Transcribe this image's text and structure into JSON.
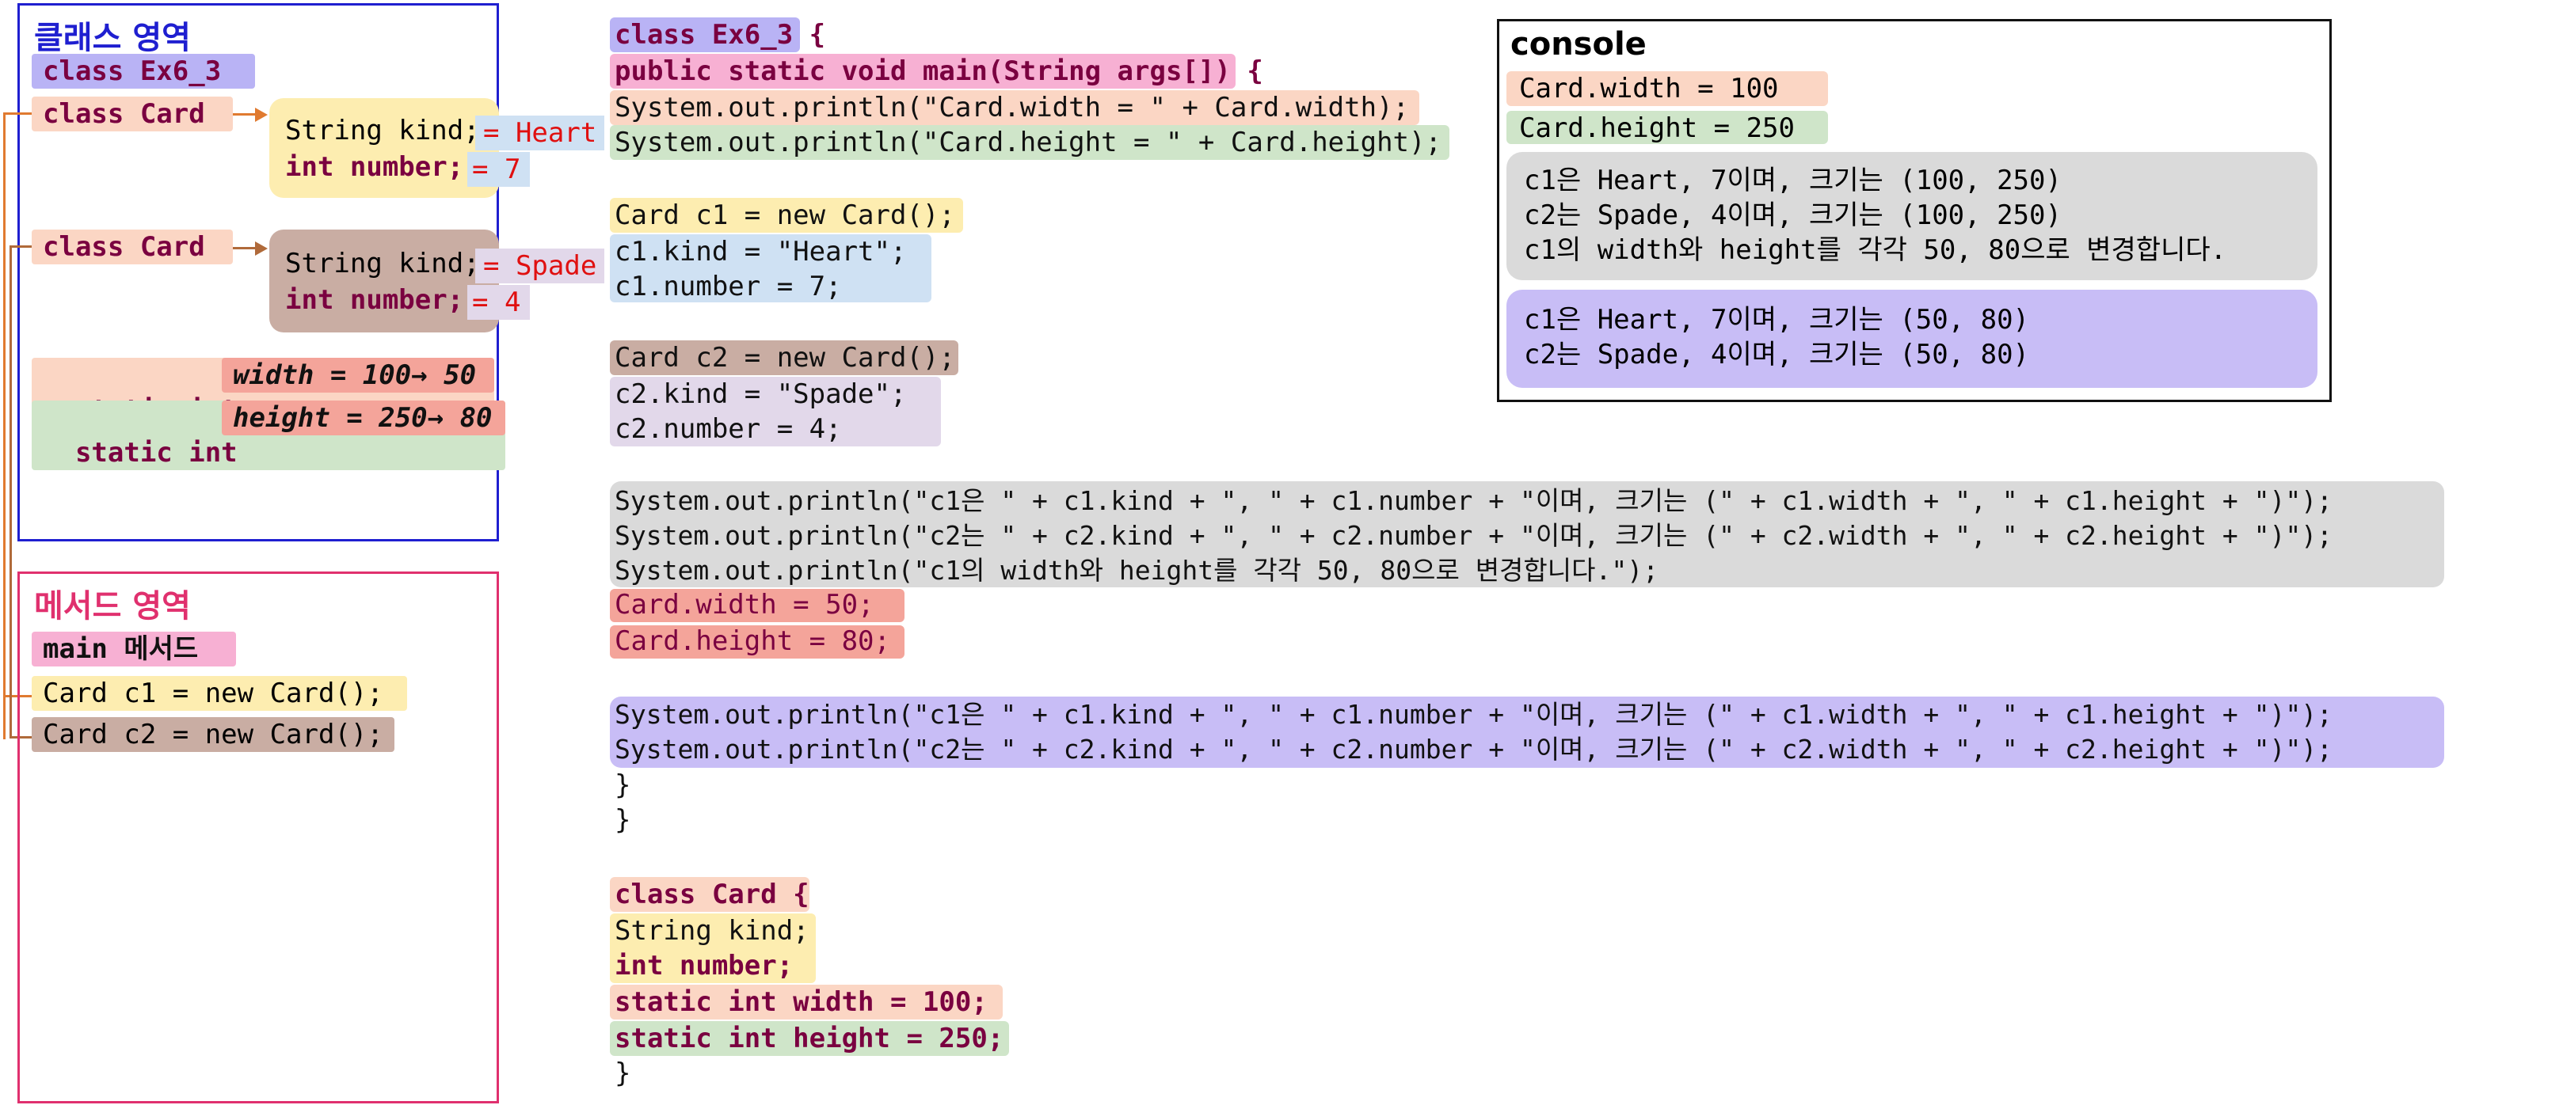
{
  "class_area": {
    "title": "클래스 영역",
    "class_ex": "class Ex6_3",
    "class_card_1": "class Card",
    "class_card_2": "class Card",
    "obj1": {
      "field1": "String kind;",
      "field1_val": "= Heart",
      "field2": "int number;",
      "field2_val": "= 7"
    },
    "obj2": {
      "field1": "String kind;",
      "field1_val": "= Spade",
      "field2": "int number;",
      "field2_val": "= 4"
    },
    "static_width_prefix": "static int",
    "static_width": "width = 100→ 50",
    "static_height_prefix": "static int",
    "static_height": "height = 250→ 80"
  },
  "method_area": {
    "title": "메서드 영역",
    "main_method": "main 메서드",
    "c1_decl": "Card c1 = new Card();",
    "c2_decl": "Card c2 = new Card();"
  },
  "code": {
    "l1": "class Ex6_3 {",
    "l2": "public static void main(String args[]) {",
    "l3": "System.out.println(\"Card.width = \" + Card.width);",
    "l4": "System.out.println(\"Card.height = \" + Card.height);",
    "l5": "Card c1 = new Card();",
    "l6": "c1.kind = \"Heart\";",
    "l7": "c1.number = 7;",
    "l8": "Card c2 = new Card();",
    "l9": "c2.kind = \"Spade\";",
    "l10": "c2.number = 4;",
    "l11": "System.out.println(\"c1은 \" + c1.kind + \", \" + c1.number + \"이며, 크기는 (\" + c1.width + \", \" + c1.height + \")\");",
    "l12": "System.out.println(\"c2는 \" + c2.kind + \", \" + c2.number + \"이며, 크기는 (\" + c2.width + \", \" + c2.height + \")\");",
    "l13": "System.out.println(\"c1의 width와 height를 각각 50, 80으로 변경합니다.\");",
    "l14": "Card.width = 50;",
    "l15": "Card.height = 80;",
    "l16": "System.out.println(\"c1은 \" + c1.kind + \", \" + c1.number + \"이며, 크기는 (\" + c1.width + \", \" + c1.height + \")\");",
    "l17": "System.out.println(\"c2는 \" + c2.kind + \", \" + c2.number + \"이며, 크기는 (\" + c2.width + \", \" + c2.height + \")\");",
    "l18": "}",
    "l19": "}",
    "l20": "class Card {",
    "l21": "String kind;",
    "l22": "int number;",
    "l23": "static int width = 100;",
    "l24": "static int height = 250;",
    "l25": "}"
  },
  "console": {
    "title": "console",
    "line1": "Card.width = 100",
    "line2": "Card.height = 250",
    "line3": "c1은 Heart, 7이며, 크기는 (100, 250)",
    "line4": "c2는 Spade, 4이며, 크기는 (100, 250)",
    "line5": "c1의 width와 height를 각각 50, 80으로 변경합니다.",
    "line6": "c1은 Heart, 7이며, 크기는 (50, 80)",
    "line7": "c2는 Spade, 4이며, 크기는 (50, 80)"
  },
  "colors": {
    "class_area_border": "#1f1fd0",
    "method_area_border": "#e0306e",
    "class_ex_bg": "#b9b3f5",
    "card_bg": "#fbd6c4",
    "obj1_bg": "#fdedb0",
    "obj2_bg": "#c9ada3",
    "width_bg": "#f4a49a",
    "height_bg": "#cfe5c9",
    "main_bg": "#f7b0d3",
    "gray_bg": "#dadada",
    "purple_bg": "#c8bdf6",
    "blue_bg": "#cfe1f3",
    "lavender_bg": "#e2d8ea"
  }
}
